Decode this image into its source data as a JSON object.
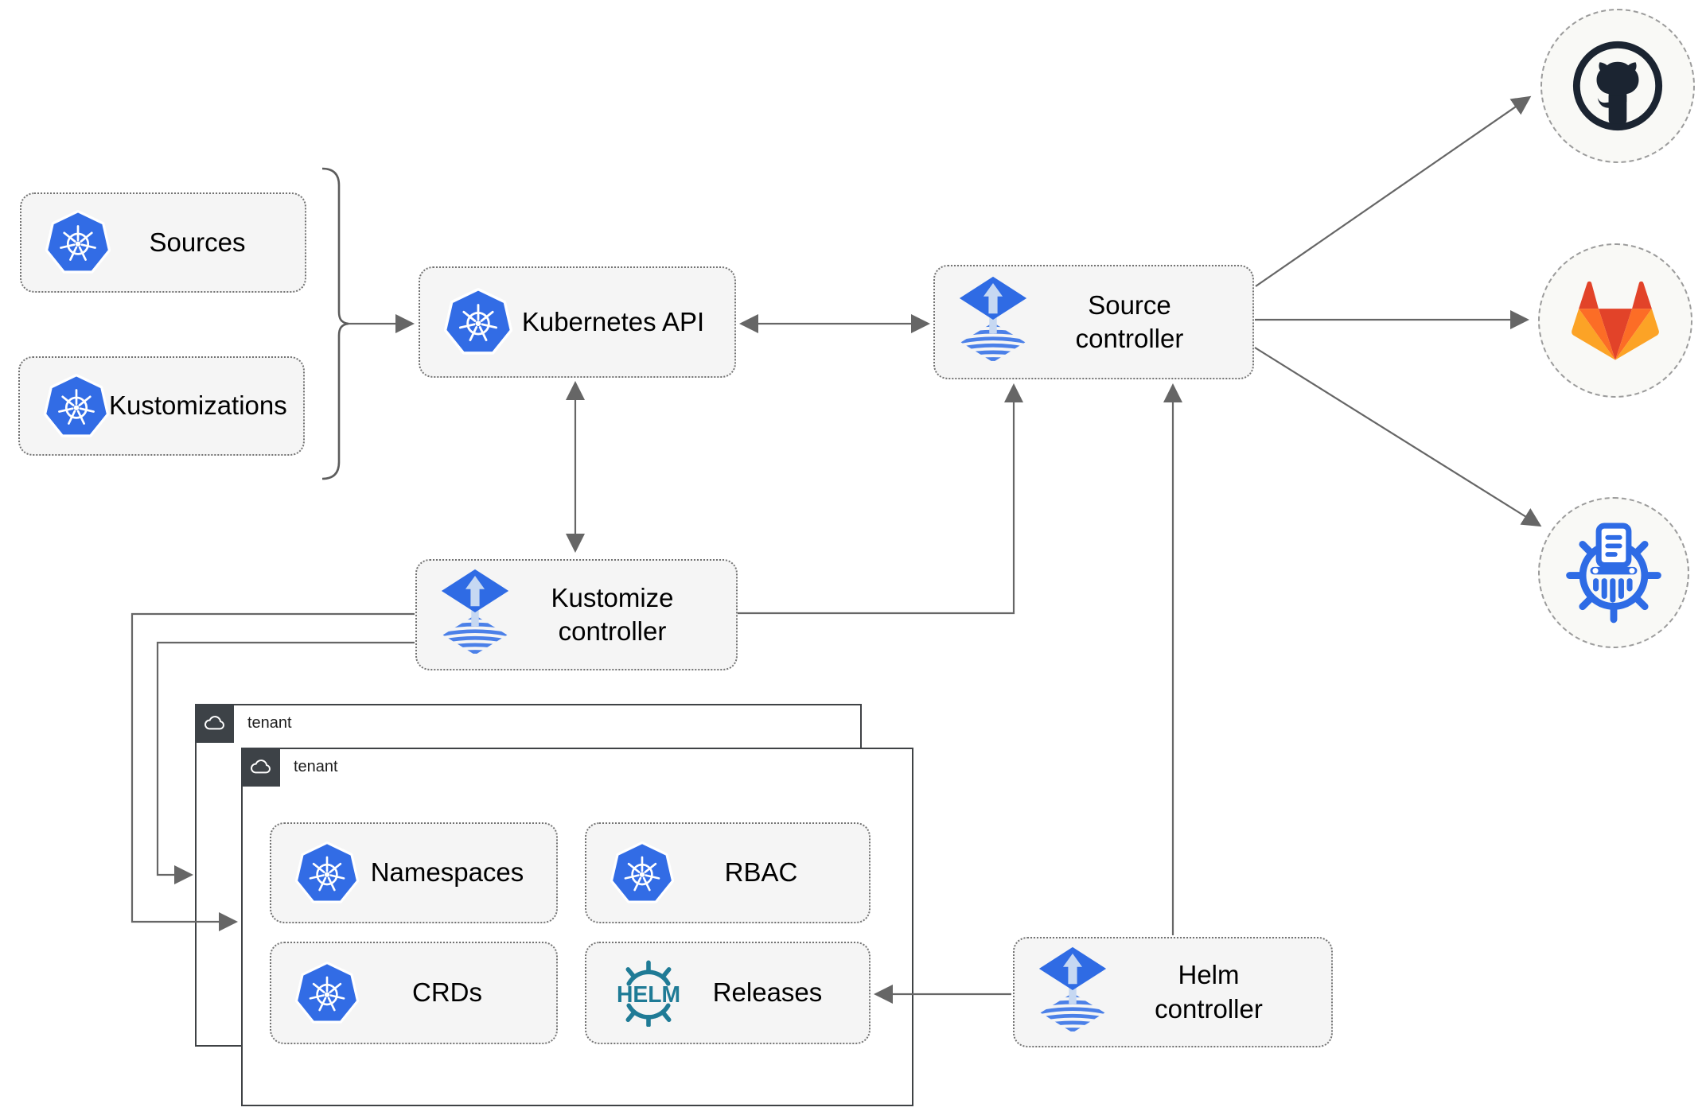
{
  "colors": {
    "connector": "#666666",
    "node_fill": "#f5f5f5",
    "node_border": "#737373",
    "kubernetes_blue": "#326ce5",
    "flux_blue": "#2f6be4",
    "flux_arrow_light": "#c6d8f2",
    "helm_teal": "#1f7b96",
    "github_dark": "#1b2431",
    "gitlab_red": "#e24329",
    "gitlab_orange": "#fc6d26",
    "gitlab_yellow": "#fca326",
    "tenant_border": "#3f4245",
    "tenant_badge_bg": "#3d4247"
  },
  "nodes": {
    "sources": {
      "label": "Sources",
      "icon": "kubernetes"
    },
    "kustomizations": {
      "label": "Kustomizations",
      "icon": "kubernetes"
    },
    "kubernetes_api": {
      "label": "Kubernetes API",
      "icon": "kubernetes"
    },
    "source_controller": {
      "lines": [
        "Source",
        "controller"
      ],
      "icon": "flux"
    },
    "kustomize_controller": {
      "lines": [
        "Kustomize",
        "controller"
      ],
      "icon": "flux"
    },
    "helm_controller": {
      "lines": [
        "Helm",
        "controller"
      ],
      "icon": "flux"
    },
    "tenant_back": {
      "label": "tenant",
      "icon": "cloud"
    },
    "tenant_front": {
      "label": "tenant",
      "icon": "cloud"
    },
    "namespaces": {
      "label": "Namespaces",
      "icon": "kubernetes"
    },
    "rbac": {
      "label": "RBAC",
      "icon": "kubernetes"
    },
    "crds": {
      "label": "CRDs",
      "icon": "kubernetes"
    },
    "releases": {
      "label": "Releases",
      "icon": "helm"
    },
    "github": {
      "icon": "github"
    },
    "gitlab": {
      "icon": "gitlab"
    },
    "artifact_storage": {
      "icon": "manifest-wheel"
    }
  },
  "edges": [
    {
      "from": "sources+kustomizations",
      "to": "kubernetes_api",
      "style": "arrow"
    },
    {
      "from": "kubernetes_api",
      "to": "source_controller",
      "style": "double-arrow"
    },
    {
      "from": "kubernetes_api",
      "to": "kustomize_controller",
      "style": "double-arrow"
    },
    {
      "from": "kustomize_controller",
      "to": "source_controller",
      "style": "arrow"
    },
    {
      "from": "kustomize_controller",
      "to": "tenant_front",
      "style": "arrow"
    },
    {
      "from": "kustomize_controller",
      "to": "tenant_back",
      "style": "arrow"
    },
    {
      "from": "helm_controller",
      "to": "source_controller",
      "style": "arrow"
    },
    {
      "from": "helm_controller",
      "to": "releases",
      "style": "arrow"
    },
    {
      "from": "source_controller",
      "to": "github",
      "style": "arrow"
    },
    {
      "from": "source_controller",
      "to": "gitlab",
      "style": "arrow"
    },
    {
      "from": "source_controller",
      "to": "artifact_storage",
      "style": "arrow"
    }
  ]
}
